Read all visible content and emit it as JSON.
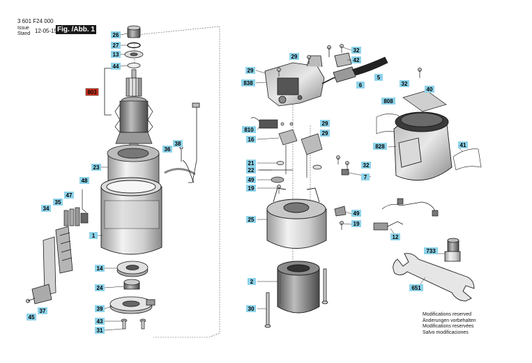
{
  "header": {
    "doc_number": "3 601 F24 000",
    "issue_label": "Issue",
    "stand_label": "Stand",
    "issue_date": "12-05-15",
    "figure_label": "Fig. /Abb. 1"
  },
  "notes": [
    "Modifications reserved",
    "Änderungen vorbehalten",
    "Modifications reservées",
    "Salvo modificaciones"
  ],
  "colors": {
    "label_fill": "#8ed3ea",
    "highlight_fill": "#d2321e",
    "line": "#1a1a1a",
    "part_shade": "#d9d9d9"
  },
  "labels": {
    "l26": "26",
    "l27": "27",
    "l13": "13",
    "l44": "44",
    "l803": "803",
    "l23": "23",
    "l36": "36",
    "l38": "38",
    "l48": "48",
    "l47": "47",
    "l35": "35",
    "l34": "34",
    "l1": "1",
    "l14": "14",
    "l24": "24",
    "l39": "39",
    "l43": "43",
    "l31": "31",
    "l37": "37",
    "l45": "45",
    "l29a": "29",
    "l32a": "32",
    "l42": "42",
    "l29b": "29",
    "l838": "838",
    "l6": "6",
    "l5": "5",
    "l810": "810",
    "l29c": "29",
    "l16": "16",
    "l29d": "29",
    "l21": "21",
    "l22": "22",
    "l49a": "49",
    "l19a": "19",
    "l32b": "32",
    "l7": "7",
    "l25": "25",
    "l49b": "49",
    "l19b": "19",
    "l2": "2",
    "l30": "30",
    "l32c": "32",
    "l40": "40",
    "l808": "808",
    "l828": "828",
    "l41": "41",
    "l12": "12",
    "l733": "733",
    "l651": "651"
  }
}
